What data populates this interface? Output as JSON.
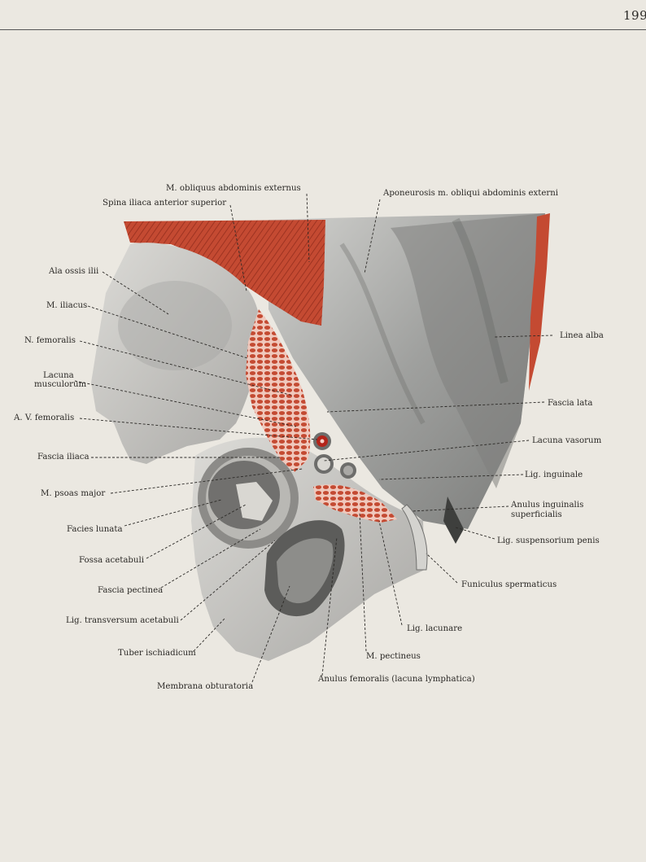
{
  "page": {
    "number": "199"
  },
  "colors": {
    "paper": "#ebe8e1",
    "bone": "#c8c7c3",
    "bone_shadow": "#8f8f8c",
    "fascia": "#b6b7b5",
    "fascia_dark": "#6d6e6c",
    "muscle": "#c44a32",
    "muscle_light": "#e39a86",
    "text": "#2b2926"
  },
  "labels": {
    "obliquus_externus": "M. obliquus abdominis externus",
    "spina_iliaca": "Spina iliaca anterior superior",
    "aponeurosis": "Aponeurosis m. obliqui abdominis externi",
    "ala_ossis_ilii": "Ala ossis ilii",
    "m_iliacus": "M. iliacus",
    "n_femoralis": "N. femoralis",
    "lacuna_musculorum_1": "Lacuna",
    "lacuna_musculorum_2": "musculorum",
    "av_femoralis": "A. V. femoralis",
    "fascia_iliaca": "Fascia iliaca",
    "psoas_major": "M. psoas major",
    "facies_lunata": "Facies lunata",
    "fossa_acetabuli": "Fossa acetabuli",
    "fascia_pectinea": "Fascia pectinea",
    "lig_transversum": "Lig. transversum acetabuli",
    "tuber_ischiadicum": "Tuber ischiadicum",
    "membrana_obturatoria": "Membrana obturatoria",
    "linea_alba": "Linea alba",
    "fascia_lata": "Fascia lata",
    "lacuna_vasorum": "Lacuna vasorum",
    "lig_inguinale": "Lig. inguinale",
    "anulus_inguinalis_1": "Anulus inguinalis",
    "anulus_inguinalis_2": "superficialis",
    "lig_suspensorium": "Lig. suspensorium penis",
    "funiculus": "Funiculus spermaticus",
    "lig_lacunare": "Lig. lacunare",
    "m_pectineus": "M. pectineus",
    "anulus_femoralis": "Anulus femoralis (lacuna lymphatica)"
  }
}
